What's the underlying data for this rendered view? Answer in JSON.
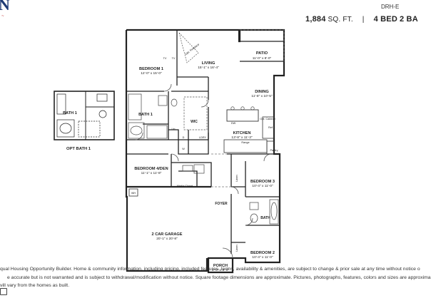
{
  "header": {
    "logo_letter": "N",
    "model_code": "DRH-E",
    "sqft": "1,884",
    "sqft_unit": "SQ. FT.",
    "separator": "|",
    "beds": "4 BED",
    "baths": "2 BA"
  },
  "rooms": {
    "bedroom1": {
      "name": "BEDROOM 1",
      "dim": "12'-0\" x 15'-0\""
    },
    "living": {
      "name": "LIVING",
      "dim": "15'-1\" x 16'-4\""
    },
    "patio": {
      "name": "PATIO",
      "dim": "11'-0\" x 8'-0\""
    },
    "dining": {
      "name": "DINING",
      "dim": "11'-8\" x 10'-5\""
    },
    "fireplace": "Opt. Fireplace",
    "tv1": "TV",
    "tv2": "TV",
    "bath1": "BATH 1",
    "wic": "WIC",
    "lin1": "Lin",
    "d": "D",
    "w": "W",
    "ldry": "LDRY",
    "kitchen": {
      "name": "KITCHEN",
      "dim": "13'-8\" x 11'-3\""
    },
    "dw": "DW",
    "range": "Range",
    "opt_cabinet": "Opt. Cabinet",
    "ref": "Ref",
    "pantry": "Pantry",
    "bedroom4": {
      "name": "BEDROOM 4/DEN",
      "dim": "11'-1\" x 11'-8\""
    },
    "media_closet": "Media Closet",
    "bedroom3": {
      "name": "BEDROOM 3",
      "dim": "10'-4\" x 11'-0\""
    },
    "linen2": "Linen",
    "wh": "WH",
    "foyer": "FOYER",
    "bath2": "BATH",
    "garage": {
      "name": "2 CAR GARAGE",
      "dim": "20'-1\" x 20'-8\""
    },
    "linen3": "Linen",
    "bedroom2": {
      "name": "BEDROOM 2",
      "dim": "10'-4\" x 11'-0\""
    },
    "porch": {
      "name": "PORCH",
      "dim": "5'-0\" x 8'-0\""
    }
  },
  "opt_bath": {
    "room": "BATH 1",
    "caption": "OPT BATH 1"
  },
  "disclaimer": [
    "qual Housing Opportunity Builder. Home & community information, including pricing, included features, terms, availability & amenities, are subject to change & prior sale at any time without notice o",
    "e accurate but is not warranted and is subject to withdrawal/modification without notice. Square footage dimensions are approximate. Pictures, photographs, features, colors and sizes are approxima",
    "vill vary from the homes as built."
  ]
}
